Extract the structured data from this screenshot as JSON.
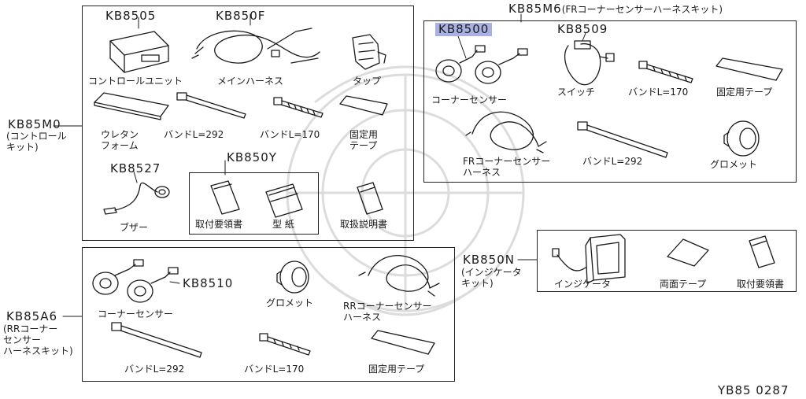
{
  "page_id": "YB85 0287",
  "kits": {
    "m0": {
      "label": "KB85M0",
      "label_sub": "(コントロール\nキット)",
      "parts": {
        "kb8505": {
          "code": "KB8505",
          "name": "コントロールユニット"
        },
        "kb850f": {
          "code": "KB850F",
          "name": "メインハーネス"
        },
        "tap": {
          "name": "タップ"
        },
        "urethane": {
          "name": "ウレタン\nフォーム"
        },
        "band292": {
          "name": "バンドL=292"
        },
        "band170": {
          "name": "バンドL=170"
        },
        "tape": {
          "name": "固定用\nテープ"
        },
        "kb8527": {
          "code": "KB8527",
          "name": "ブザー"
        },
        "kb850y": {
          "code": "KB850Y"
        },
        "install_manual": {
          "name": "取付要領書"
        },
        "template": {
          "name": "型 紙"
        },
        "user_manual": {
          "name": "取扱説明書"
        }
      }
    },
    "m6": {
      "label": "KB85M6",
      "label_sub": "(FRコーナーセンサーハーネスキット)",
      "parts": {
        "kb8500": {
          "code": "KB8500",
          "name": "コーナーセンサー"
        },
        "kb8509": {
          "code": "KB8509",
          "name": "スイッチ"
        },
        "band170": {
          "name": "バンドL=170"
        },
        "tape": {
          "name": "固定用テープ"
        },
        "fr_harness": {
          "name": "FRコーナーセンサー\nハーネス"
        },
        "band292": {
          "name": "バンドL=292"
        },
        "grommet": {
          "name": "グロメット"
        }
      }
    },
    "n": {
      "label": "KB850N",
      "label_sub": "(インジケータ\nキット)",
      "parts": {
        "indicator": {
          "name": "インジケータ"
        },
        "double_tape": {
          "name": "両面テープ"
        },
        "install_manual": {
          "name": "取付要領書"
        }
      }
    },
    "a6": {
      "label": "KB85A6",
      "label_sub": "(RRコーナー\nセンサー\nハーネスキット)",
      "parts": {
        "kb8510": {
          "code": "KB8510",
          "name": "コーナーセンサー"
        },
        "grommet": {
          "name": "グロメット"
        },
        "rr_harness": {
          "name": "RRコーナーセンサー\nハーネス"
        },
        "band292": {
          "name": "バンドL=292"
        },
        "band170": {
          "name": "バンドL=170"
        },
        "tape": {
          "name": "固定用テープ"
        }
      }
    }
  }
}
